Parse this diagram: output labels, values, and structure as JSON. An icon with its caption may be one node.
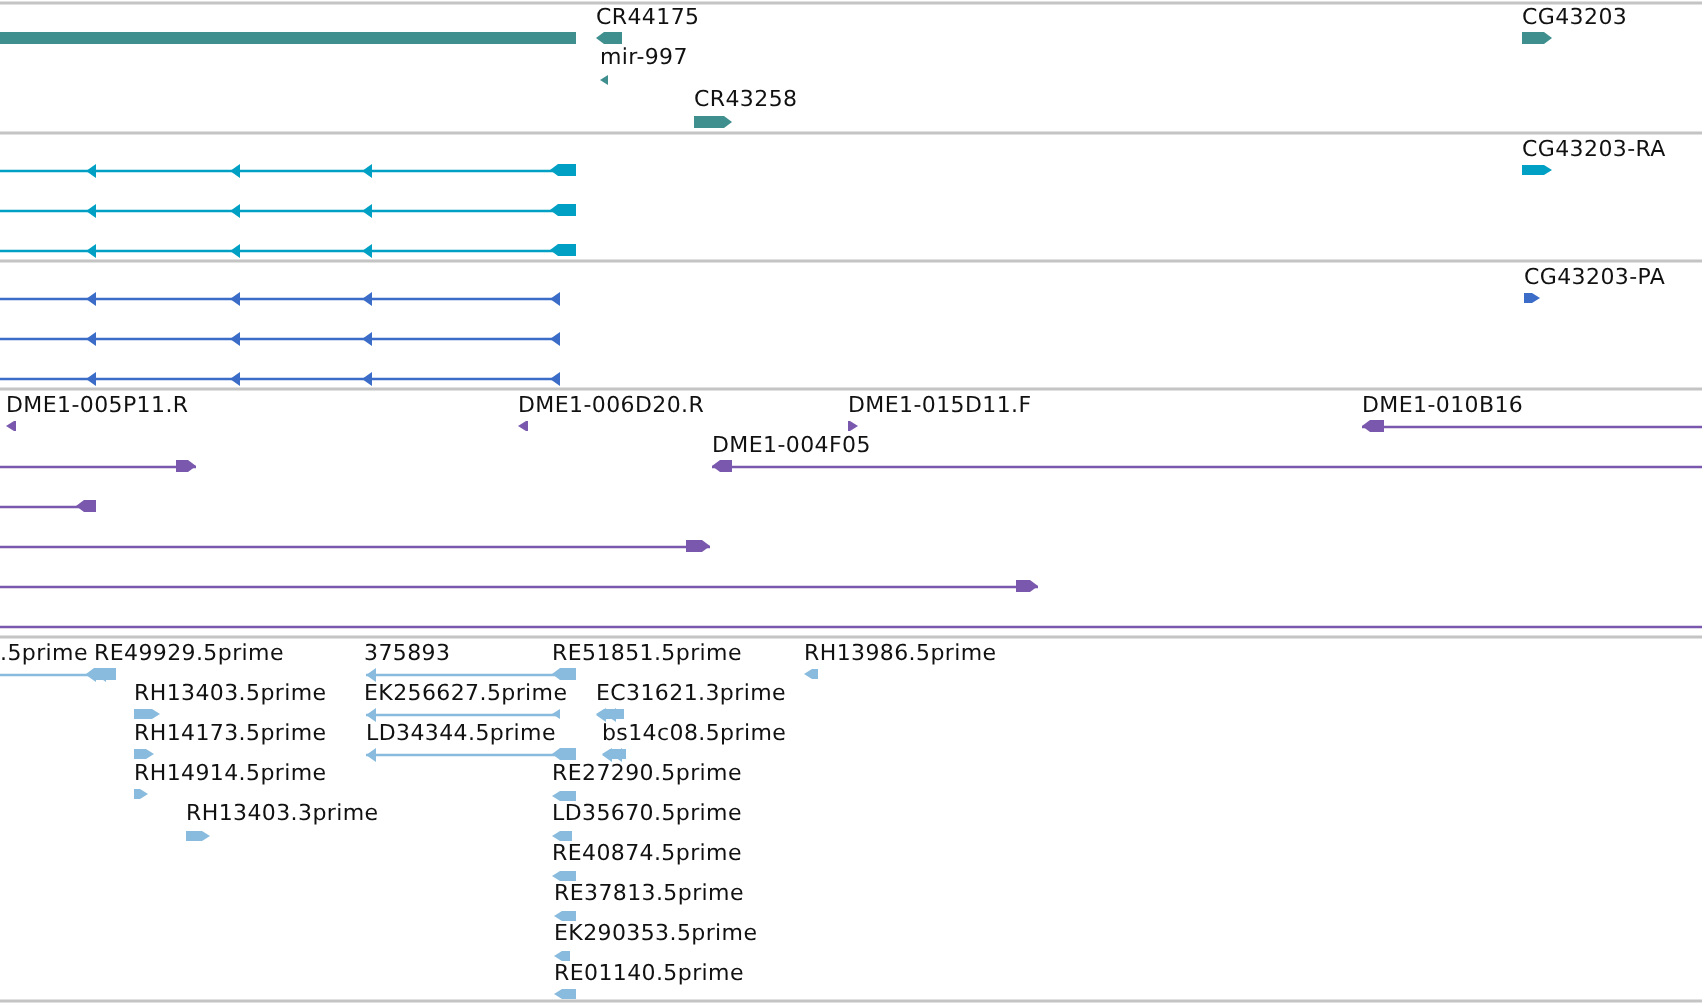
{
  "diagram": {
    "labels": [
      "CR44175",
      "CG43203",
      "mir-997",
      "CR43258",
      "CG43203-RA",
      "CG43203-PA",
      "DME1-005P11.R",
      "DME1-006D20.R",
      "DME1-015D11.F",
      "DME1-010B16",
      "DME1-004F05",
      ".5prime",
      "RE49929.5prime",
      "375893",
      "RE51851.5prime",
      "RH13986.5prime",
      "RH13403.5prime",
      "EK256627.5prime",
      "EC31621.3prime",
      "RH14173.5prime",
      "LD34344.5prime",
      "bs14c08.5prime",
      "RH14914.5prime",
      "RE27290.5prime",
      "RH13403.3prime",
      "LD35670.5prime",
      "RE40874.5prime",
      "RE37813.5prime",
      "EK290353.5prime",
      "RE01140.5prime"
    ]
  }
}
